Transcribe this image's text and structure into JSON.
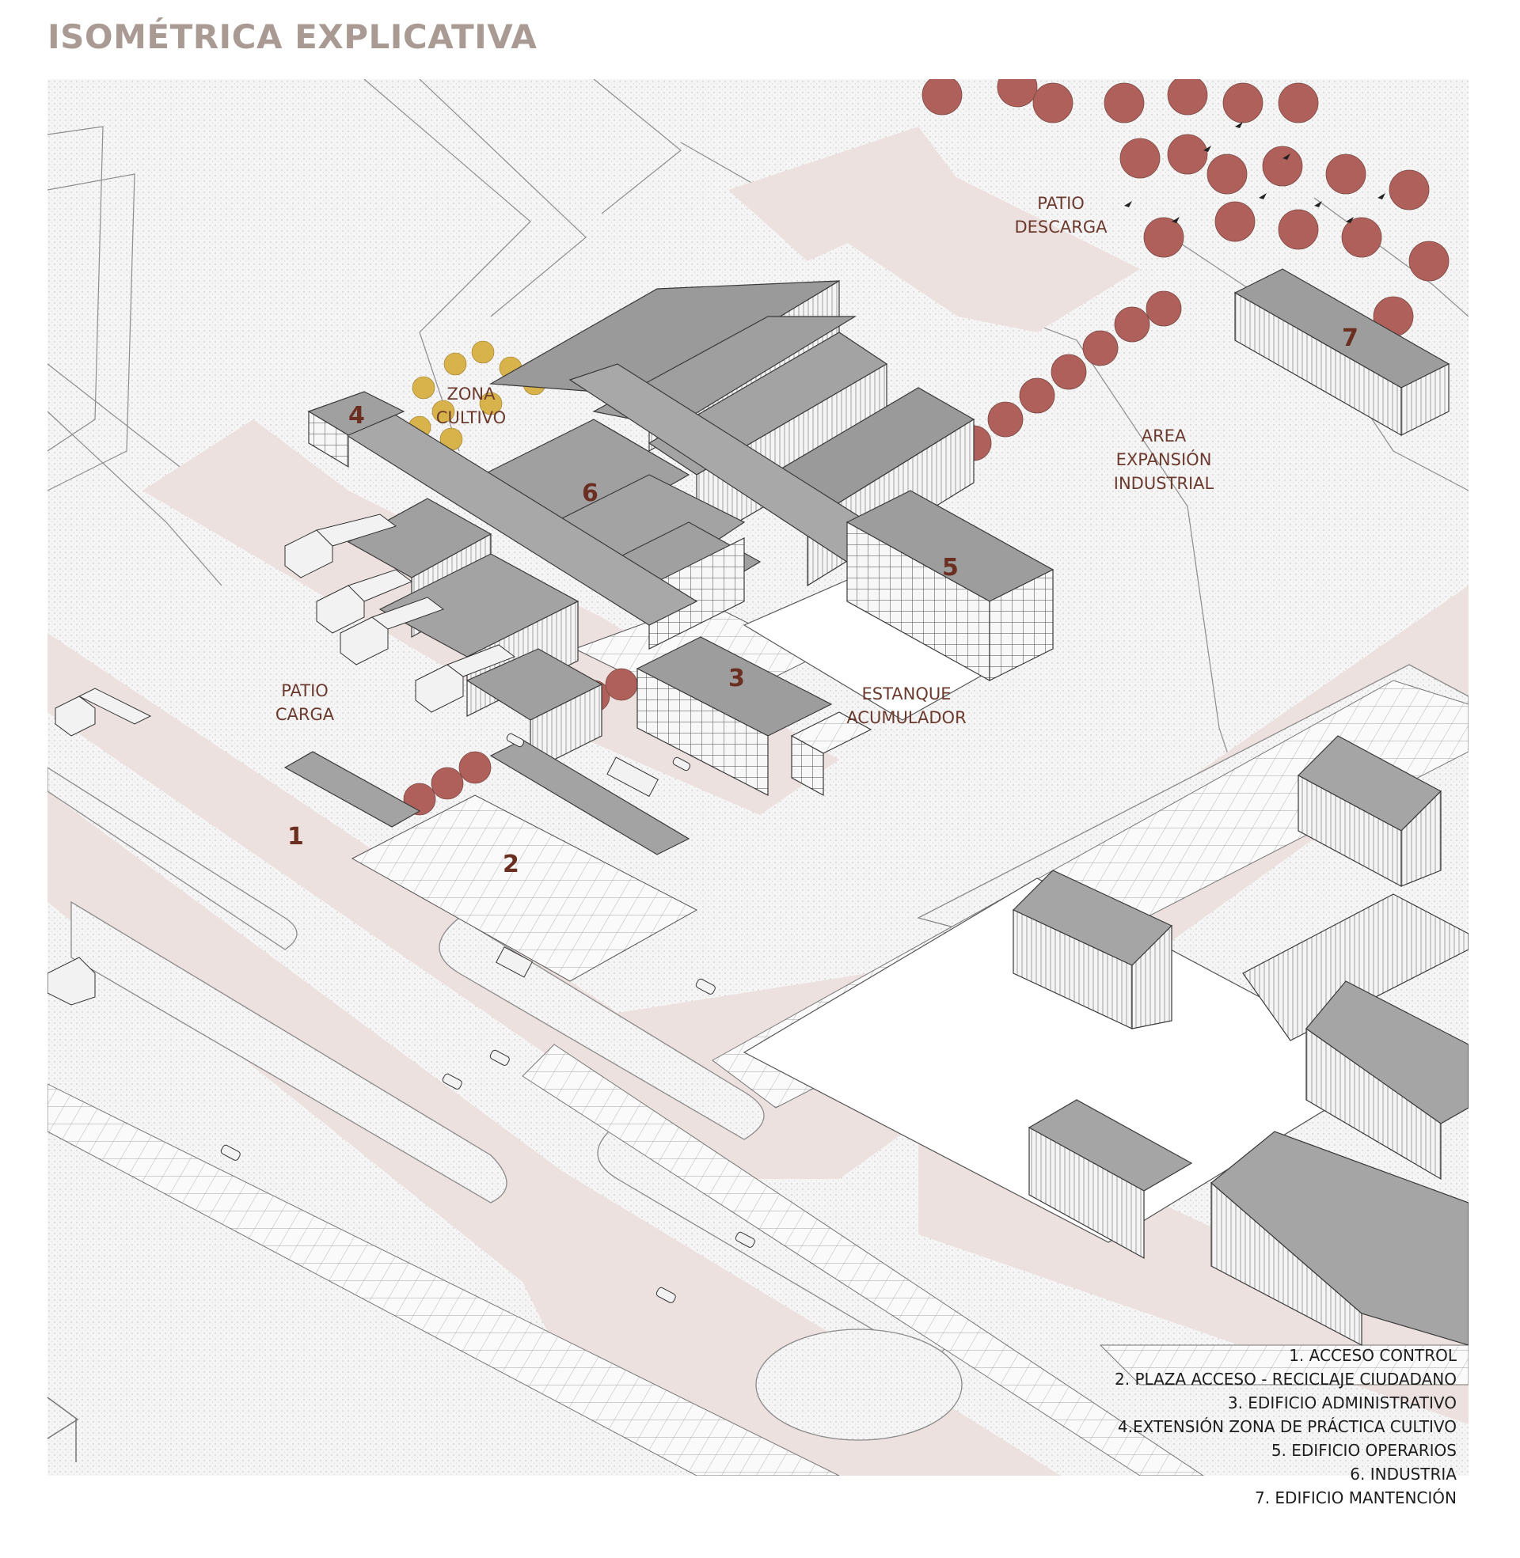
{
  "title": "ISOMÉTRICA EXPLICATIVA",
  "labels": {
    "patio_descarga": "PATIO\nDESCARGA",
    "zona_cultivo": "ZONA\nCULTIVO",
    "area_expansion": "AREA\nEXPANSIÓN\nINDUSTRIAL",
    "patio_carga": "PATIO\nCARGA",
    "estanque": "ESTANQUE\nACUMULADOR"
  },
  "numbers": {
    "n1": "1",
    "n2": "2",
    "n3": "3",
    "n4": "4",
    "n5": "5",
    "n6": "6",
    "n7": "7"
  },
  "legend": [
    "1. ACCESO CONTROL",
    "2. PLAZA ACCESO - RECICLAJE CIUDADANO",
    "3. EDIFICIO ADMINISTRATIVO",
    "4.EXTENSIÓN ZONA DE PRÁCTICA CULTIVO",
    "5. EDIFICIO OPERARIOS",
    "6. INDUSTRIA",
    "7. EDIFICIO MANTENCIÓN"
  ],
  "colors": {
    "number": "#6b2f22",
    "label": "#6b3a2e",
    "title": "#a99a94",
    "road": "#ece1df",
    "roof": "#9a9a9a",
    "tree": "#b0605a"
  }
}
